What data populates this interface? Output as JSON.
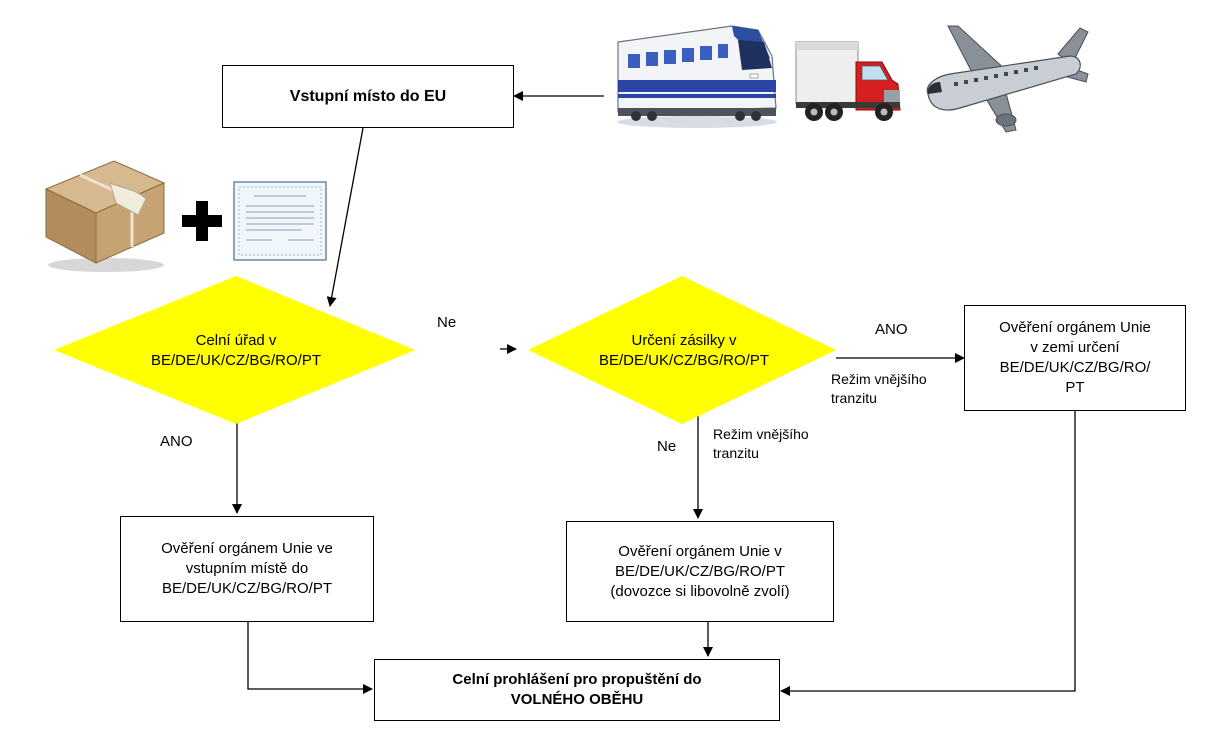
{
  "entry_box": "Vstupní místo do EU",
  "customs_diamond": "Celní úřad v\nBE/DE/UK/CZ/BG/RO/PT",
  "destination_diamond": "Určení zásilky v\nBE/DE/UK/CZ/BG/RO/PT",
  "verify_destination_box": "Ověření orgánem Unie\nv zemi určení\nBE/DE/UK/CZ/BG/RO/\nPT",
  "verify_entry_box": "Ověření orgánem Unie ve\nvstupním místě do\nBE/DE/UK/CZ/BG/RO/PT",
  "verify_choice_box": "Ověření orgánem Unie v\nBE/DE/UK/CZ/BG/RO/PT\n(dovozce si libovolně zvolí)",
  "release_box": "Celní prohlášení pro propuštění do\nVOLNÉHO OBĚHU",
  "labels": {
    "customs_no": "Ne",
    "customs_yes": "ANO",
    "destination_yes": "ANO",
    "transit_right": "Režim vnějšího\ntranzitu",
    "destination_no": "Ne",
    "transit_down": "Režim vnějšího\ntranzitu"
  },
  "colors": {
    "diamond": "#ffff00",
    "line": "#000000"
  },
  "icons": [
    "train-icon",
    "truck-icon",
    "airplane-icon",
    "parcel-icon",
    "plus-icon",
    "certificate-icon"
  ]
}
